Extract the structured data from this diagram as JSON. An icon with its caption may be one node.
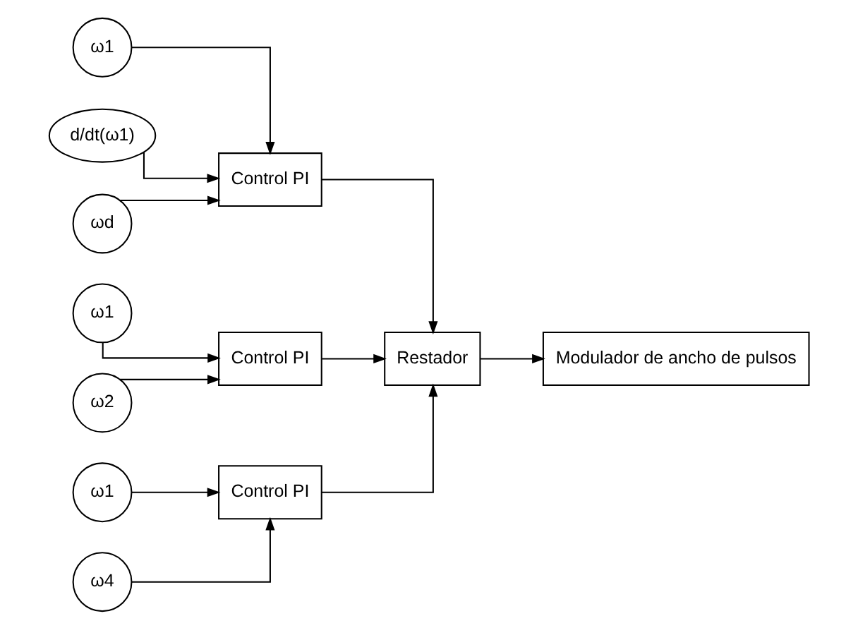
{
  "diagram": {
    "nodes": [
      {
        "text": [
          "ω1"
        ]
      },
      {
        "text": [
          "d/dt(ω1)"
        ]
      },
      {
        "text": [
          "Control PI"
        ]
      },
      {
        "text": [
          "ωd"
        ]
      },
      {
        "text": [
          "ω1"
        ]
      },
      {
        "text": [
          "Control PI"
        ]
      },
      {
        "text": [
          "Restador"
        ]
      },
      {
        "text": [
          "Modulador de ancho de pulsos"
        ]
      },
      {
        "text": [
          "ω2"
        ]
      },
      {
        "text": [
          "ω1"
        ]
      },
      {
        "text": [
          "Control PI"
        ]
      },
      {
        "text": [
          "ω4"
        ]
      }
    ],
    "edges": [
      {
        "from": 0,
        "to": 2,
        "arrow": "to"
      },
      {
        "from": 1,
        "to": 2,
        "arrow": "to"
      },
      {
        "from": 3,
        "to": 2,
        "arrow": "to"
      },
      {
        "from": 2,
        "to": 6,
        "arrow": "to"
      },
      {
        "from": 4,
        "to": 5,
        "arrow": "to"
      },
      {
        "from": 8,
        "to": 5,
        "arrow": "to"
      },
      {
        "from": 5,
        "to": 6,
        "arrow": "to"
      },
      {
        "from": 9,
        "to": 10,
        "arrow": "to"
      },
      {
        "from": 11,
        "to": 10,
        "arrow": "to"
      },
      {
        "from": 10,
        "to": 6,
        "arrow": "to"
      },
      {
        "from": 6,
        "to": 7,
        "arrow": "to"
      }
    ]
  }
}
